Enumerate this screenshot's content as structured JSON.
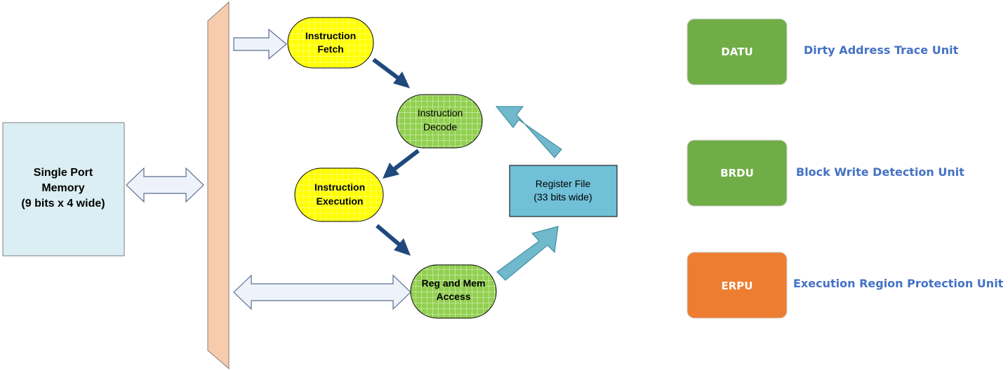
{
  "memory": {
    "line1": "Single Port",
    "line2": "Memory",
    "line3": "(9 bits x 4 wide)"
  },
  "stages": {
    "fetch": {
      "line1": "Instruction",
      "line2": "Fetch"
    },
    "decode": {
      "line1": "Instruction",
      "line2": "Decode"
    },
    "execution": {
      "line1": "Instruction",
      "line2": "Execution"
    },
    "regmem": {
      "line1": "Reg and Mem",
      "line2": "Access"
    }
  },
  "register_file": {
    "line1": "Register File",
    "line2": "(33 bits wide)"
  },
  "units": [
    {
      "abbr": "DATU",
      "full": "Dirty Address Trace Unit",
      "color": "#70ad47"
    },
    {
      "abbr": "BRDU",
      "full": "Block Write Detection Unit",
      "color": "#70ad47"
    },
    {
      "abbr": "ERPU",
      "full": "Execution Region Protection Unit",
      "color": "#ed7d31"
    }
  ],
  "colors": {
    "memory_fill": "#dbeef3",
    "bus_fill": "#f8cbad",
    "stage_yellow": "#ffff00",
    "stage_green": "#92d050",
    "register_fill": "#70c0d8",
    "flow_arrow": "#1f497d",
    "writeback_arrow": "#70b8cc",
    "unit_label_text": "#4472c4"
  }
}
